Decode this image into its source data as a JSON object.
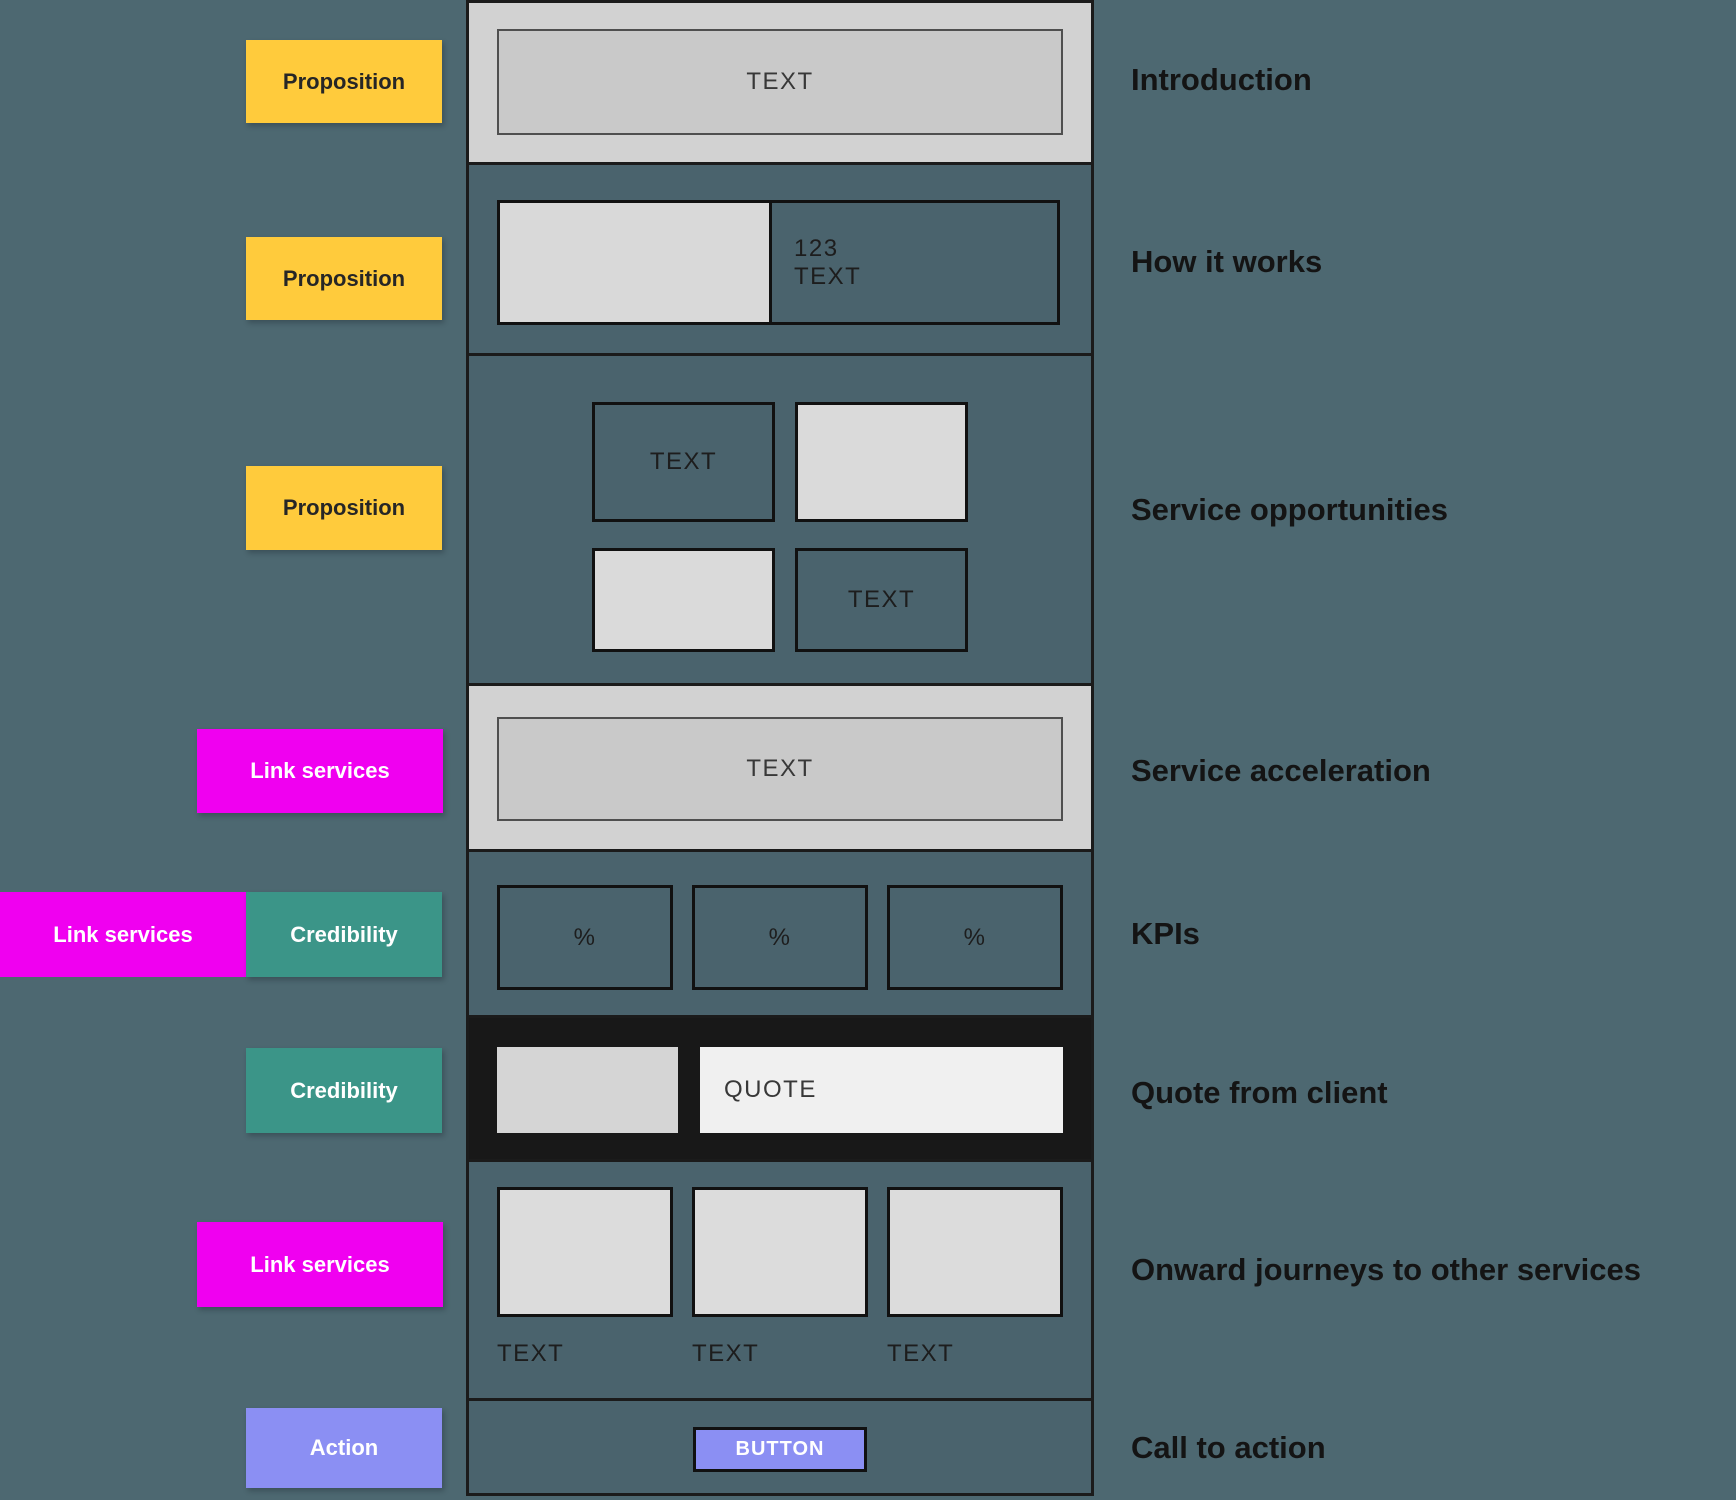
{
  "palette": {
    "background": "#4D6871",
    "section_dark": "#4A636D",
    "section_gray": "#D2D2D2",
    "section_black": "#181818",
    "proposition_yellow": "#FFCB3C",
    "link_services_magenta": "#F000F0",
    "credibility_teal": "#3B9588",
    "action_periwinkle": "#8B8FF3"
  },
  "left_labels": {
    "proposition": "Proposition",
    "link_services": "Link services",
    "credibility": "Credibility",
    "action": "Action"
  },
  "right_labels": {
    "introduction": "Introduction",
    "how_it_works": "How it works",
    "service_opportunities": "Service opportunities",
    "service_acceleration": "Service acceleration",
    "kpis": "KPIs",
    "quote_from_client": "Quote from client",
    "onward_journeys": "Onward journeys to other services",
    "call_to_action": "Call to action"
  },
  "wireframe": {
    "intro": {
      "text": "TEXT"
    },
    "how_it_works": {
      "number": "123",
      "text": "TEXT"
    },
    "service_opportunities": {
      "box1_text": "TEXT",
      "box4_text": "TEXT"
    },
    "acceleration": {
      "text": "TEXT"
    },
    "kpis": {
      "percents": [
        "%",
        "%",
        "%"
      ]
    },
    "quote": {
      "text": "QUOTE"
    },
    "onward": {
      "captions": [
        "TEXT",
        "TEXT",
        "TEXT"
      ]
    },
    "cta": {
      "button": "BUTTON"
    }
  }
}
